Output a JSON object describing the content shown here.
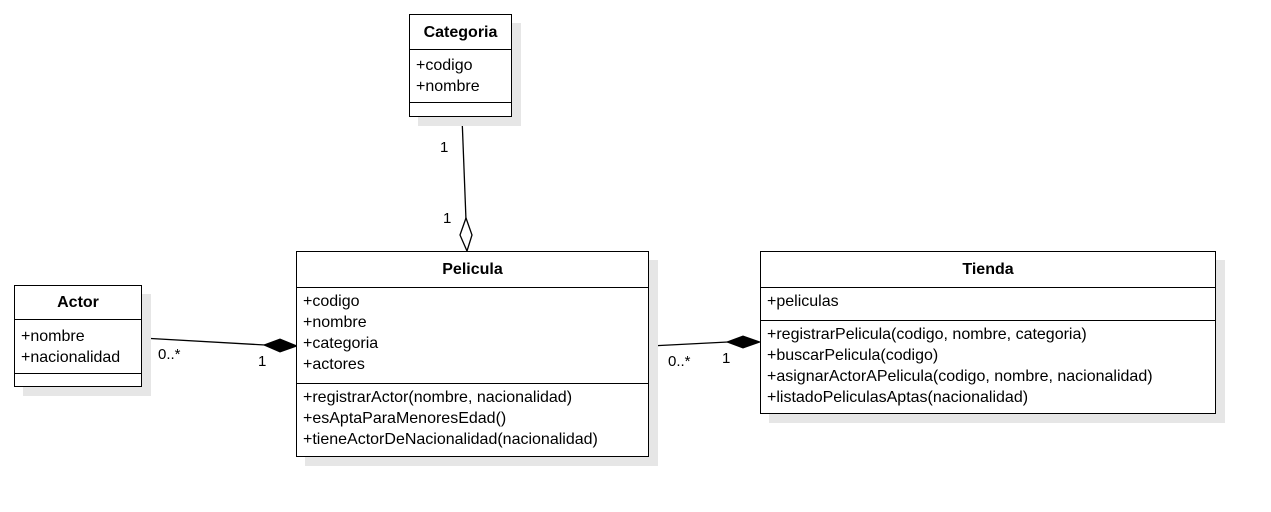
{
  "classes": {
    "categoria": {
      "name": "Categoria",
      "attributes": [
        "+codigo",
        "+nombre"
      ],
      "methods": []
    },
    "pelicula": {
      "name": "Pelicula",
      "attributes": [
        "+codigo",
        "+nombre",
        "+categoria",
        "+actores"
      ],
      "methods": [
        "+registrarActor(nombre, nacionalidad)",
        "+esAptaParaMenoresEdad()",
        "+tieneActorDeNacionalidad(nacionalidad)"
      ]
    },
    "actor": {
      "name": "Actor",
      "attributes": [
        "+nombre",
        "+nacionalidad"
      ],
      "methods": []
    },
    "tienda": {
      "name": "Tienda",
      "attributes": [
        "+peliculas"
      ],
      "methods": [
        "+registrarPelicula(codigo, nombre, categoria)",
        "+buscarPelicula(codigo)",
        "+asignarActorAPelicula(codigo, nombre, nacionalidad)",
        "+listadoPeliculasAptas(nacionalidad)"
      ]
    }
  },
  "relations": {
    "categoria_pelicula": {
      "type": "aggregation",
      "source_multiplicity": "1",
      "target_multiplicity": "1"
    },
    "actor_pelicula": {
      "type": "composition",
      "source_multiplicity": "0..*",
      "target_multiplicity": "1"
    },
    "pelicula_tienda": {
      "type": "composition",
      "source_multiplicity": "0..*",
      "target_multiplicity": "1"
    }
  }
}
